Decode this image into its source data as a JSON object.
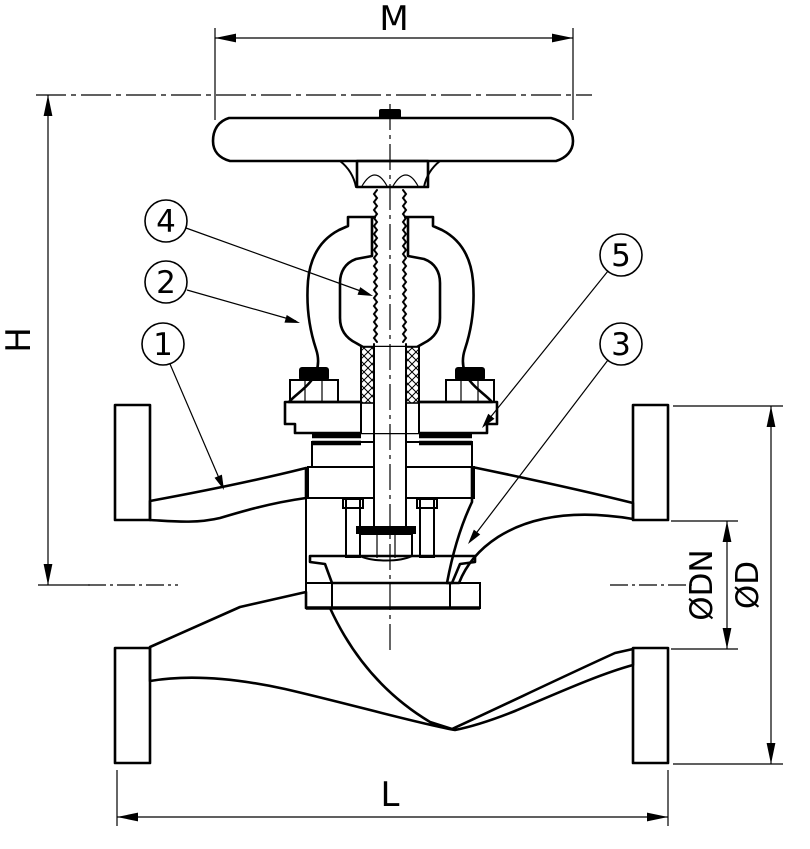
{
  "colors": {
    "line": "#000000",
    "background": "#ffffff"
  },
  "dimensions": {
    "m": {
      "label": "M"
    },
    "h": {
      "label": "H"
    },
    "l": {
      "label": "L"
    },
    "dn": {
      "label": "ØDN"
    },
    "d": {
      "label": "ØD"
    }
  },
  "callouts": {
    "c1": {
      "number": "1"
    },
    "c2": {
      "number": "2"
    },
    "c3": {
      "number": "3"
    },
    "c4": {
      "number": "4"
    },
    "c5": {
      "number": "5"
    }
  }
}
